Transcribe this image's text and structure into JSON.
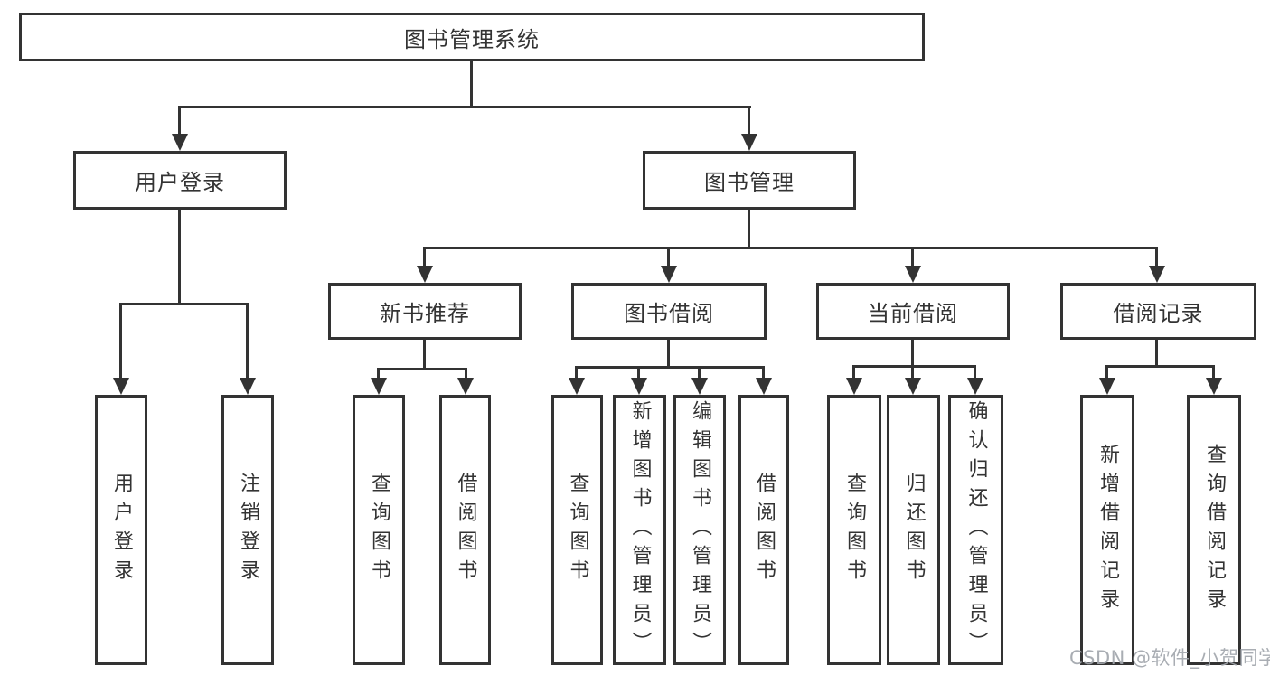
{
  "diagram": {
    "root": {
      "label": "图书管理系统"
    },
    "branches": [
      {
        "label": "用户登录",
        "children": [
          {
            "label": "用户登录"
          },
          {
            "label": "注销登录"
          }
        ]
      },
      {
        "label": "图书管理",
        "children": [
          {
            "label": "新书推荐",
            "children": [
              {
                "label": "查询图书"
              },
              {
                "label": "借阅图书"
              }
            ]
          },
          {
            "label": "图书借阅",
            "children": [
              {
                "label": "查询图书"
              },
              {
                "label": "新增图书（管理员）"
              },
              {
                "label": "编辑图书（管理员）"
              },
              {
                "label": "借阅图书"
              }
            ]
          },
          {
            "label": "当前借阅",
            "children": [
              {
                "label": "查询图书"
              },
              {
                "label": "归还图书"
              },
              {
                "label": "确认归还（管理员）"
              }
            ]
          },
          {
            "label": "借阅记录",
            "children": [
              {
                "label": "新增借阅记录"
              },
              {
                "label": "查询借阅记录"
              }
            ]
          }
        ]
      }
    ]
  },
  "watermark": {
    "text": "CSDN @软件_小贺同学"
  },
  "colors": {
    "line": "#333333",
    "text": "#333333",
    "watermark": "#a2a7ad",
    "background": "#ffffff"
  }
}
